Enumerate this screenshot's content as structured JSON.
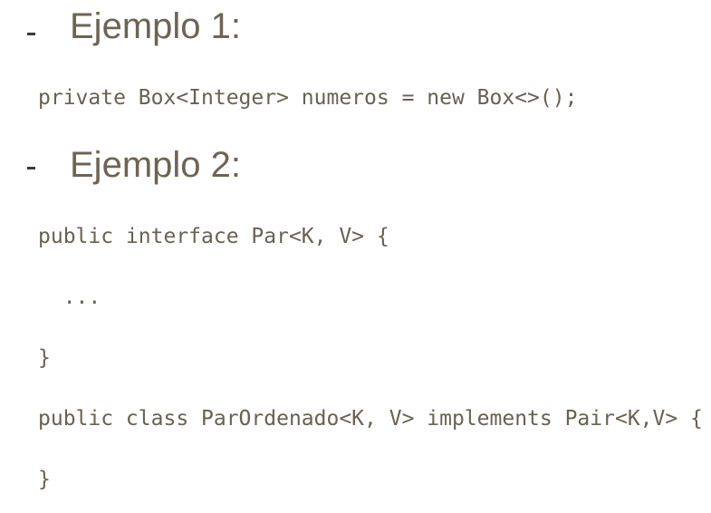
{
  "slide": {
    "background": "#ffffff",
    "bullet_char": "-",
    "sections": [
      {
        "heading": "Ejemplo 1:",
        "code_lines": [
          "private Box<Integer> numeros = new Box<>();"
        ]
      },
      {
        "heading": "Ejemplo 2:",
        "code_lines": [
          "public interface Par<K, V> {",
          "  ...",
          "}",
          "public class ParOrdenado<K, V> implements Pair<K,V> {",
          "}"
        ]
      }
    ],
    "colors": {
      "heading_text": "#6e6454",
      "code_text": "#696153",
      "bullet": "#3f3a33",
      "background": "#ffffff"
    }
  }
}
